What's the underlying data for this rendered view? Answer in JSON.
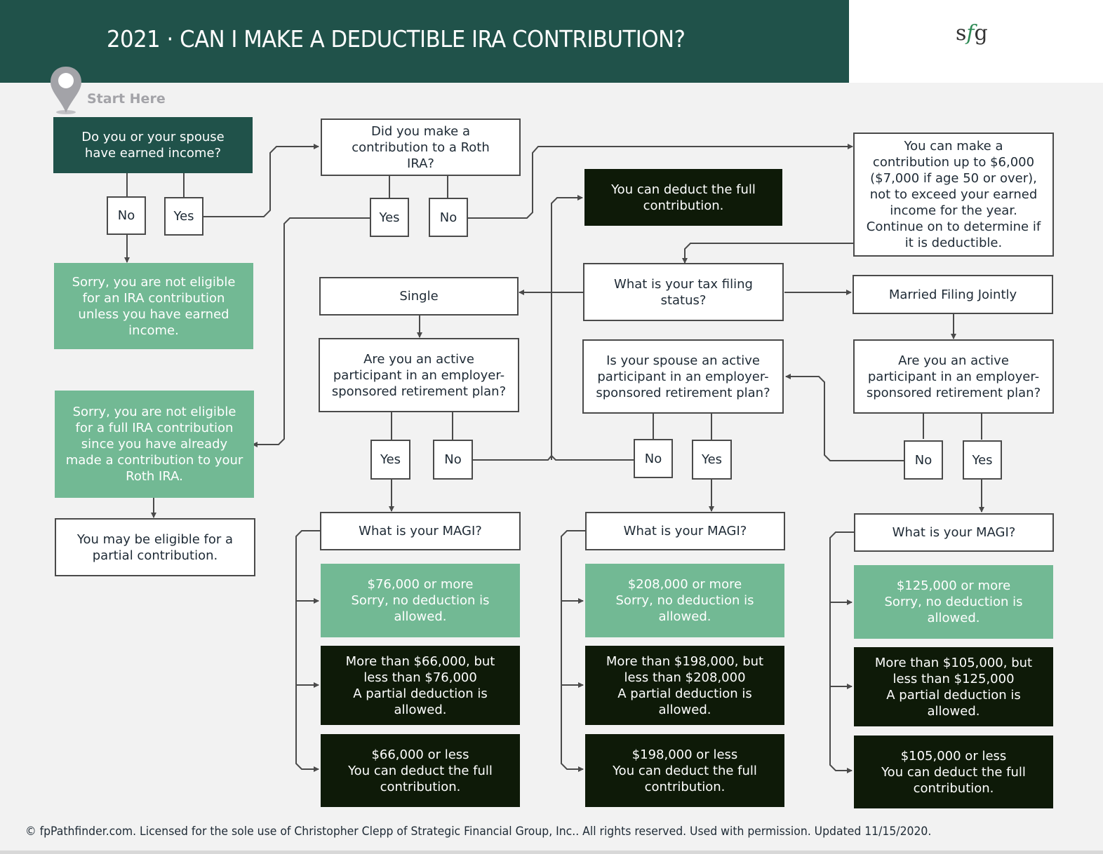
{
  "header": {
    "title": "2021 · CAN I MAKE A DEDUCTIBLE IRA CONTRIBUTION?",
    "logo": {
      "s": "s",
      "f": "f",
      "g": "g"
    }
  },
  "start": {
    "label": "Start Here",
    "icon": "map-pin-icon"
  },
  "colors": {
    "header_bg": "#20524a",
    "question_fill": "#20524a",
    "negative_outcome": "#72b994",
    "positive_outcome": "#0e1a08",
    "connector": "#4a4a4a",
    "logo_accent": "#2e8a55",
    "start_label": "#a3a3a8"
  },
  "flow": {
    "earned_income": {
      "question": "Do you or your spouse have earned income?",
      "no": "No",
      "yes": "Yes",
      "no_result": "Sorry, you are not eligible for an IRA contribution unless you have earned income."
    },
    "roth": {
      "question": "Did you make a contribution to a Roth IRA?",
      "yes": "Yes",
      "no": "No",
      "yes_result": "Sorry, you are not eligible for a full IRA contribution since you have already made a contribution to your Roth IRA.",
      "yes_followup": "You may be eligible for a partial contribution.",
      "no_result": "You can make a contribution up to $6,000 ($7,000 if age 50 or over), not to exceed your earned income for the year. Continue on to determine if it is deductible."
    },
    "full_deduction": "You can deduct the full contribution.",
    "filing_status": {
      "question": "What is your tax filing status?",
      "single": "Single",
      "mfj": "Married Filing Jointly"
    },
    "single_participant": {
      "question": "Are you an active participant in an employer-sponsored retirement plan?",
      "yes": "Yes",
      "no": "No"
    },
    "spouse_participant": {
      "question": "Is your spouse an active participant in an employer-sponsored retirement plan?",
      "no": "No",
      "yes": "Yes"
    },
    "mfj_participant": {
      "question": "Are you an active participant in an employer-sponsored retirement plan?",
      "no": "No",
      "yes": "Yes"
    },
    "magi_columns": [
      {
        "question": "What is your MAGI?",
        "high": "$76,000 or more\nSorry, no deduction is allowed.",
        "mid": "More than $66,000, but less than $76,000\nA partial deduction is allowed.",
        "low": "$66,000 or less\nYou can deduct the full contribution."
      },
      {
        "question": "What is your MAGI?",
        "high": "$208,000 or more\nSorry, no deduction is allowed.",
        "mid": "More than $198,000, but less than $208,000\nA partial deduction is allowed.",
        "low": "$198,000 or less\nYou can deduct the full contribution."
      },
      {
        "question": "What is your MAGI?",
        "high": "$125,000 or more\nSorry, no deduction is allowed.",
        "mid": "More than $105,000, but less than $125,000\nA partial deduction is allowed.",
        "low": "$105,000 or less\nYou can deduct the full contribution."
      }
    ]
  },
  "footer": "© fpPathfinder.com. Licensed for the sole use of Christopher Clepp of Strategic Financial Group, Inc.. All rights reserved. Used with permission. Updated 11/15/2020."
}
